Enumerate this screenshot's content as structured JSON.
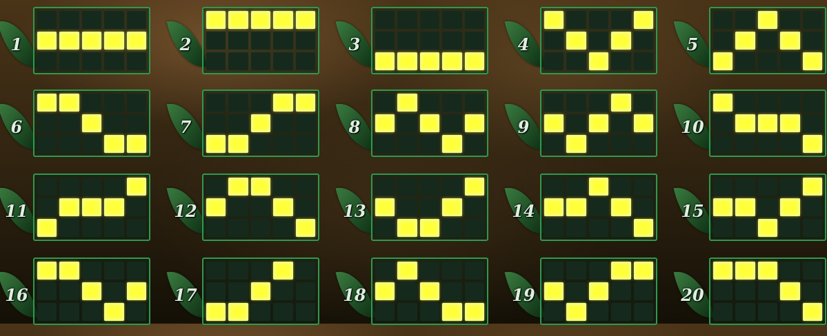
{
  "paylines": [
    {
      "number": "1",
      "rows": [
        "00000",
        "11111",
        "00000"
      ]
    },
    {
      "number": "2",
      "rows": [
        "11111",
        "00000",
        "00000"
      ]
    },
    {
      "number": "3",
      "rows": [
        "00000",
        "00000",
        "11111"
      ]
    },
    {
      "number": "4",
      "rows": [
        "10001",
        "01010",
        "00100"
      ]
    },
    {
      "number": "5",
      "rows": [
        "00100",
        "01010",
        "10001"
      ]
    },
    {
      "number": "6",
      "rows": [
        "11000",
        "00100",
        "00011"
      ]
    },
    {
      "number": "7",
      "rows": [
        "00011",
        "00100",
        "11000"
      ]
    },
    {
      "number": "8",
      "rows": [
        "01000",
        "10101",
        "00010"
      ]
    },
    {
      "number": "9",
      "rows": [
        "00010",
        "10101",
        "01000"
      ]
    },
    {
      "number": "10",
      "rows": [
        "10000",
        "01110",
        "00001"
      ]
    },
    {
      "number": "11",
      "rows": [
        "00001",
        "01110",
        "10000"
      ]
    },
    {
      "number": "12",
      "rows": [
        "01100",
        "10010",
        "00001"
      ]
    },
    {
      "number": "13",
      "rows": [
        "00001",
        "10010",
        "01100"
      ]
    },
    {
      "number": "14",
      "rows": [
        "00100",
        "11010",
        "00001"
      ]
    },
    {
      "number": "15",
      "rows": [
        "00001",
        "11010",
        "00100"
      ]
    },
    {
      "number": "16",
      "rows": [
        "11000",
        "00101",
        "00010"
      ]
    },
    {
      "number": "17",
      "rows": [
        "00010",
        "00100",
        "11000"
      ]
    },
    {
      "number": "18",
      "rows": [
        "01000",
        "10100",
        "00011"
      ]
    },
    {
      "number": "19",
      "rows": [
        "00011",
        "10100",
        "01000"
      ]
    },
    {
      "number": "20",
      "rows": [
        "11100",
        "00010",
        "00001"
      ]
    }
  ],
  "colors": {
    "lit_cell": "#ffff3a",
    "unlit_cell": "#152a1c",
    "grid_border": "#2e9a4f",
    "leaf": "#2a6330"
  },
  "icons": {
    "number_badge": "leaf-icon"
  }
}
